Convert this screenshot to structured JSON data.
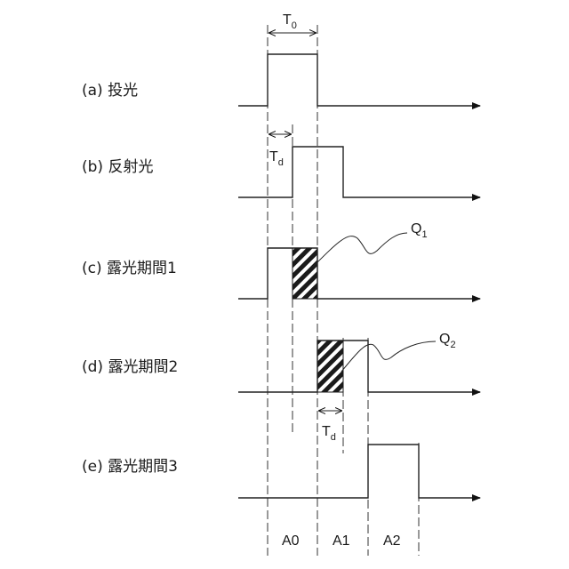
{
  "rows": [
    {
      "label": "(a) 投光"
    },
    {
      "label": "(b) 反射光"
    },
    {
      "label": "(c) 露光期間1"
    },
    {
      "label": "(d) 露光期間2"
    },
    {
      "label": "(e) 露光期間3"
    }
  ],
  "annotations": {
    "t0_main": "T",
    "t0_sub": "0",
    "td_main": "T",
    "td_sub": "d",
    "q1_main": "Q",
    "q1_sub": "1",
    "q2_main": "Q",
    "q2_sub": "2"
  },
  "periods": [
    "A0",
    "A1",
    "A2"
  ]
}
